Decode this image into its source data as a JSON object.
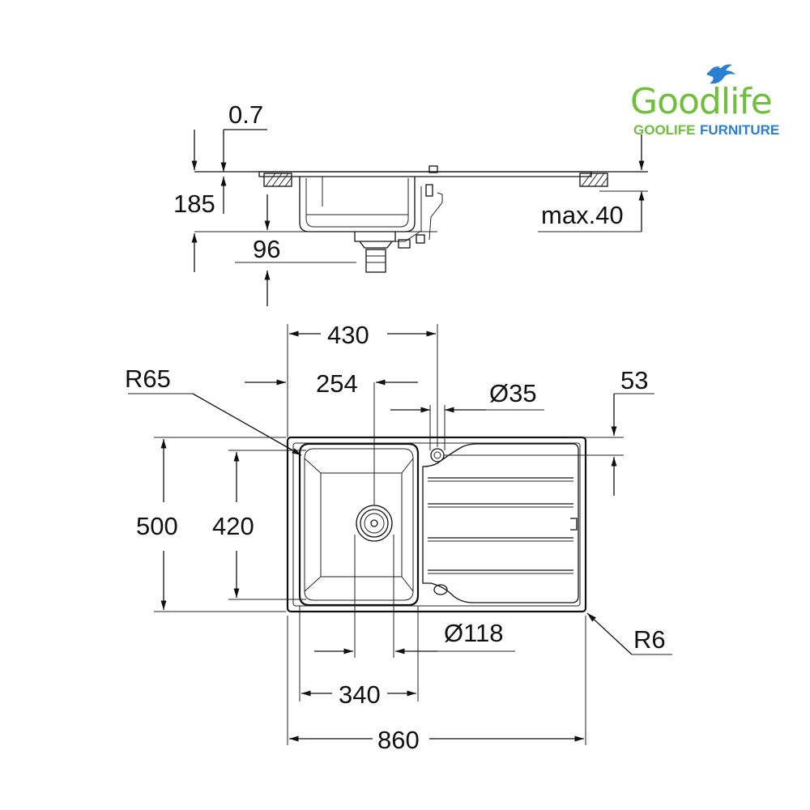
{
  "logo": {
    "word": "Goodlife",
    "subtitle_a": "GOOLIFE",
    "subtitle_b": "FURNITURE",
    "green": "#6fbf3c",
    "blue": "#2a7fd1"
  },
  "dimensions": {
    "sheet_thickness": "0.7",
    "total_depth": "185",
    "outlet_height": "96",
    "max_worktop": "max.40",
    "bowl_center_to_tap": "430",
    "bowl_center_offset": "254",
    "corner_radius_bowl": "R65",
    "tap_hole_diameter": "Ø35",
    "tap_hole_offset": "53",
    "total_width": "500",
    "bowl_width": "420",
    "waste_diameter": "Ø118",
    "outer_radius": "R6",
    "bowl_length": "340",
    "total_length": "860"
  }
}
